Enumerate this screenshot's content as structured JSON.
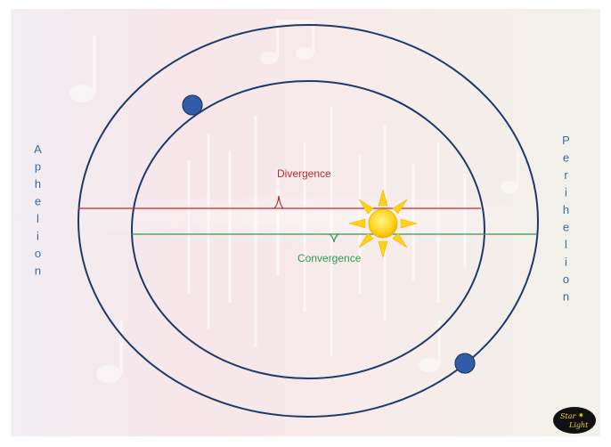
{
  "diagram": {
    "left_label": "Aphelion",
    "right_label": "Perihelion",
    "divergence_label": "Divergence",
    "convergence_label": "Convergence",
    "logo": {
      "line1": "Star",
      "line2": "Light"
    }
  },
  "colors": {
    "orbit": "#1f3a68",
    "planet": "#2f5da8",
    "divergence_line": "#c0282c",
    "convergence_line": "#2e9a52",
    "sun": "#ffd21a",
    "side_labels": "#3b6aa0"
  },
  "icons": [
    "sun-icon",
    "planet-icon",
    "star-light-logo"
  ]
}
